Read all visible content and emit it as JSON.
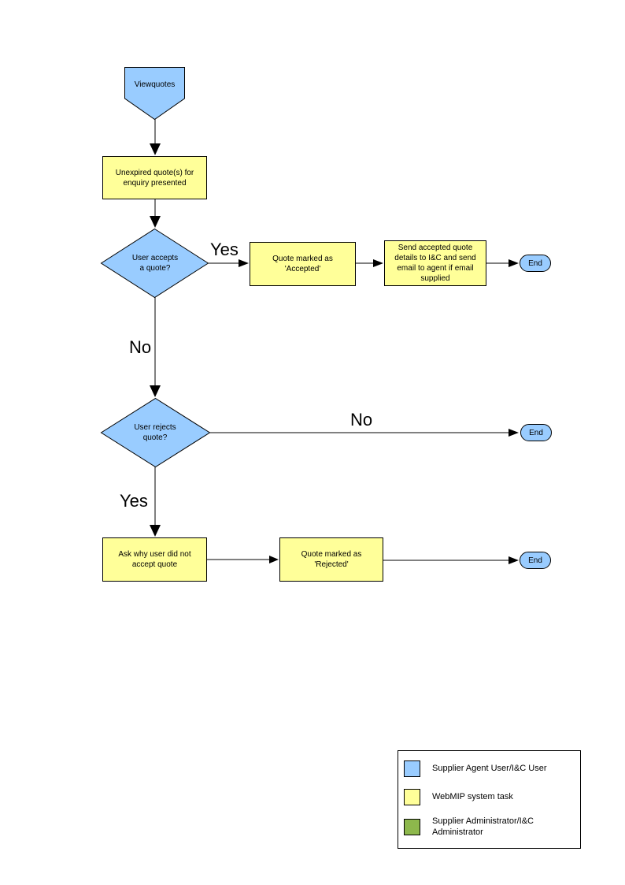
{
  "diagram": {
    "colors": {
      "actor_blue": "#99CCFF",
      "task_yellow": "#FFFF99",
      "admin_green": "#8DB84C",
      "line_black": "#000000"
    },
    "nodes": {
      "start": {
        "label": "Viewquotes"
      },
      "present_quotes": {
        "label": "Unexpired quote(s) for\nenquiry presented"
      },
      "accept_decision": {
        "label": "User accepts\na quote?"
      },
      "mark_accepted": {
        "label": "Quote  marked as\n'Accepted'"
      },
      "send_details": {
        "label": "Send accepted quote\ndetails to I&C and send\nemail to agent if email\nsupplied"
      },
      "end_accepted": {
        "label": "End"
      },
      "reject_decision": {
        "label": "User rejects\nquote?"
      },
      "end_no_reject": {
        "label": "End"
      },
      "ask_why": {
        "label": "Ask why user did not\naccept quote"
      },
      "mark_rejected": {
        "label": "Quote  marked as\n'Rejected'"
      },
      "end_rejected": {
        "label": "End"
      }
    },
    "edge_labels": {
      "accept_yes": "Yes",
      "accept_no": "No",
      "reject_no": "No",
      "reject_yes": "Yes"
    },
    "legend": {
      "items": [
        {
          "color": "#99CCFF",
          "label": "Supplier Agent User/I&C User"
        },
        {
          "color": "#FFFF99",
          "label": "WebMIP system task"
        },
        {
          "color": "#8DB84C",
          "label": "Supplier Administrator/I&C\nAdministrator"
        }
      ]
    }
  }
}
